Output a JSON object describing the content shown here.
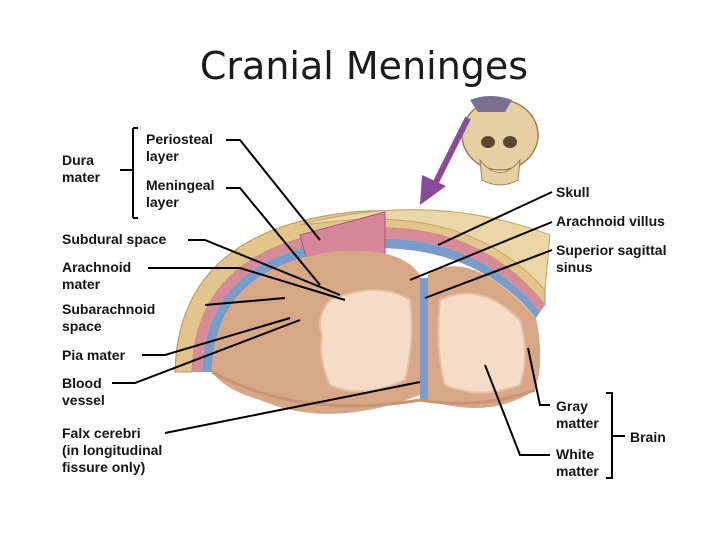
{
  "title": "Cranial Meninges",
  "labels": {
    "dura_mater": "Dura\nmater",
    "periosteal_layer": "Periosteal\nlayer",
    "meningeal_layer": "Meningeal\nlayer",
    "subdural_space": "Subdural space",
    "arachnoid_mater": "Arachnoid\nmater",
    "subarachnoid_space": "Subarachnoid\nspace",
    "pia_mater": "Pia mater",
    "blood_vessel": "Blood\nvessel",
    "falx_cerebri": "Falx cerebri\n(in longitudinal\nfissure only)",
    "skull": "Skull",
    "arachnoid_villus": "Arachnoid villus",
    "superior_sagittal_sinus": "Superior sagittal\nsinus",
    "gray_matter": "Gray\nmatter",
    "white_matter": "White\nmatter",
    "brain": "Brain"
  },
  "colors": {
    "skull": "#e2c48c",
    "dura": "#d98a98",
    "arachnoid": "#7a9cc8",
    "gray_matter": "#d7a788",
    "white_matter": "#f6dcc7",
    "arrow": "#8a4a9a"
  }
}
